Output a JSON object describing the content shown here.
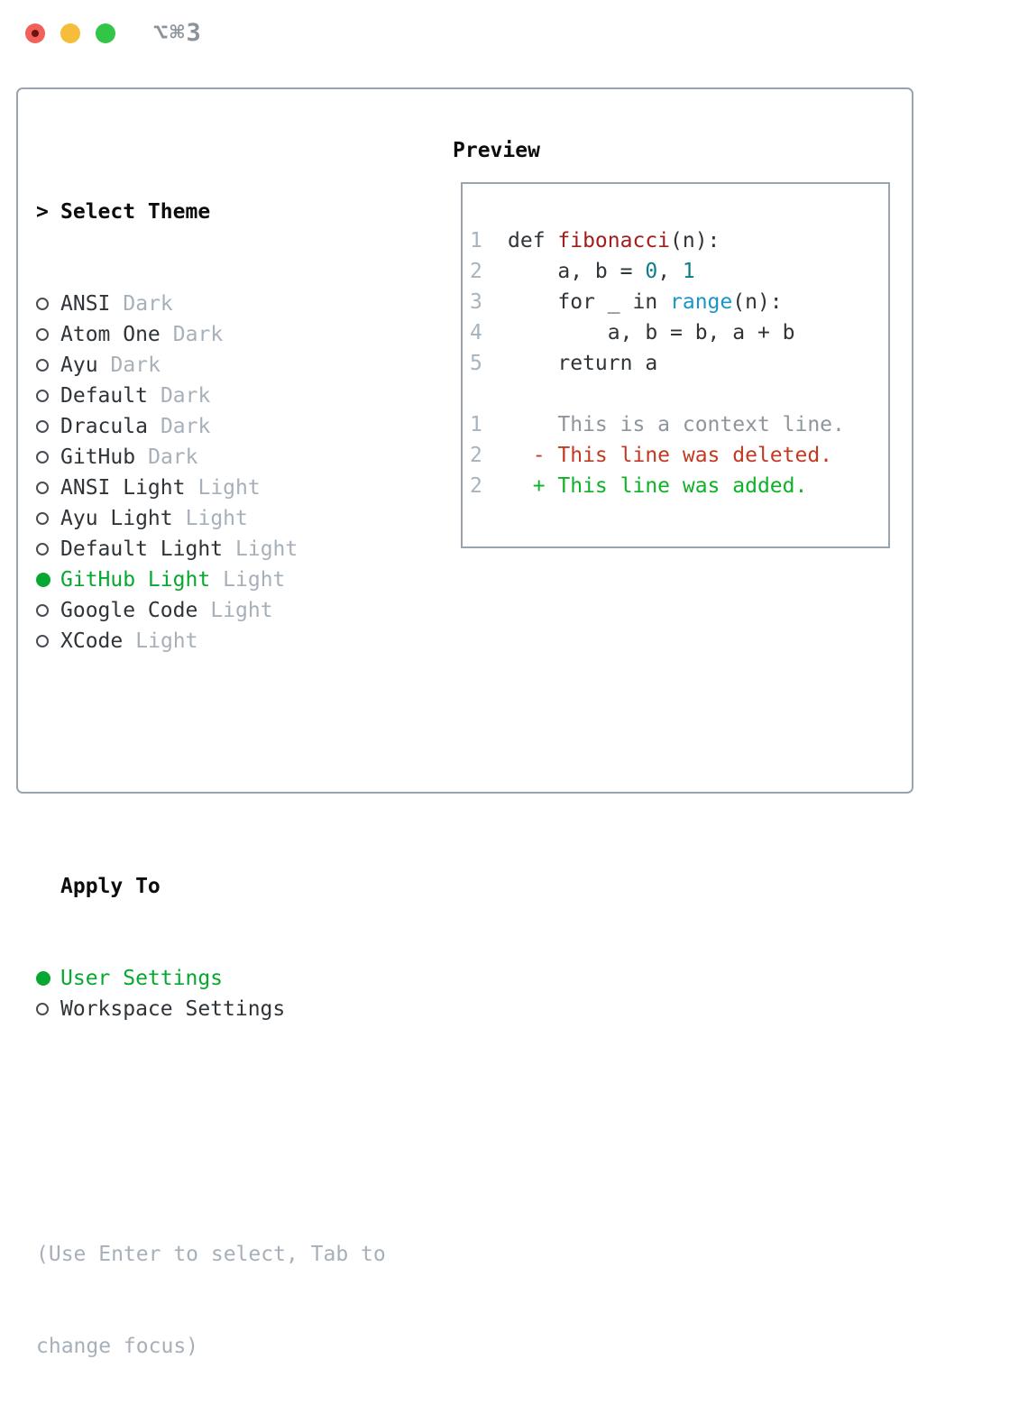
{
  "window": {
    "title": "⌥⌘3",
    "traffic_lights": {
      "close": "#f2605a",
      "minimize": "#f6bd3a",
      "zoom": "#32c546"
    }
  },
  "theme_panel": {
    "header": {
      "prefix": ">",
      "label": "Select Theme"
    },
    "themes": [
      {
        "name": "ANSI",
        "variant": "Dark",
        "selected": false
      },
      {
        "name": "Atom One",
        "variant": "Dark",
        "selected": false
      },
      {
        "name": "Ayu",
        "variant": "Dark",
        "selected": false
      },
      {
        "name": "Default",
        "variant": "Dark",
        "selected": false
      },
      {
        "name": "Dracula",
        "variant": "Dark",
        "selected": false
      },
      {
        "name": "GitHub",
        "variant": "Dark",
        "selected": false
      },
      {
        "name": "ANSI Light",
        "variant": "Light",
        "selected": false
      },
      {
        "name": "Ayu Light",
        "variant": "Light",
        "selected": false
      },
      {
        "name": "Default Light",
        "variant": "Light",
        "selected": false
      },
      {
        "name": "GitHub Light",
        "variant": "Light",
        "selected": true
      },
      {
        "name": "Google Code",
        "variant": "Light",
        "selected": false
      },
      {
        "name": "XCode",
        "variant": "Light",
        "selected": false
      }
    ],
    "apply_to": {
      "label": "Apply To",
      "options": [
        {
          "label": "User Settings",
          "selected": true
        },
        {
          "label": "Workspace Settings",
          "selected": false
        }
      ]
    },
    "hint": {
      "line1": "(Use Enter to select, Tab to",
      "line2": "change focus)"
    }
  },
  "preview": {
    "label": "Preview",
    "code_lines": [
      {
        "num": "1",
        "tokens": [
          {
            "text": "def ",
            "style": "plain"
          },
          {
            "text": "fibonacci",
            "style": "function"
          },
          {
            "text": "(n):",
            "style": "plain"
          }
        ]
      },
      {
        "num": "2",
        "tokens": [
          {
            "text": "    a, b = ",
            "style": "plain"
          },
          {
            "text": "0",
            "style": "number"
          },
          {
            "text": ", ",
            "style": "plain"
          },
          {
            "text": "1",
            "style": "number"
          }
        ]
      },
      {
        "num": "3",
        "tokens": [
          {
            "text": "    for _ in ",
            "style": "plain"
          },
          {
            "text": "range",
            "style": "builtin"
          },
          {
            "text": "(n):",
            "style": "plain"
          }
        ]
      },
      {
        "num": "4",
        "tokens": [
          {
            "text": "        a, b = b, a + b",
            "style": "plain"
          }
        ]
      },
      {
        "num": "5",
        "tokens": [
          {
            "text": "    return a",
            "style": "plain"
          }
        ]
      },
      {
        "num": "",
        "tokens": []
      },
      {
        "num": "1",
        "tokens": [
          {
            "text": "    This is a context line.",
            "style": "context"
          }
        ]
      },
      {
        "num": "2",
        "tokens": [
          {
            "text": "  - This line was deleted.",
            "style": "deleted"
          }
        ]
      },
      {
        "num": "2",
        "tokens": [
          {
            "text": "  + This line was added.",
            "style": "added"
          }
        ]
      }
    ]
  },
  "colors": {
    "accent_green": "#07a830",
    "name_text": "#2f3439",
    "variant_tag": "#a7b0b9",
    "hint_text": "#a7b0b9",
    "ring_stroke": "#474e55",
    "plain": "#2f3439",
    "function": "#a31d1d",
    "number": "#0e7c89",
    "builtin": "#1b95c9",
    "lineno": "#a7b3bd",
    "context": "#8e959b",
    "deleted": "#c23a21",
    "added": "#0eb226"
  }
}
